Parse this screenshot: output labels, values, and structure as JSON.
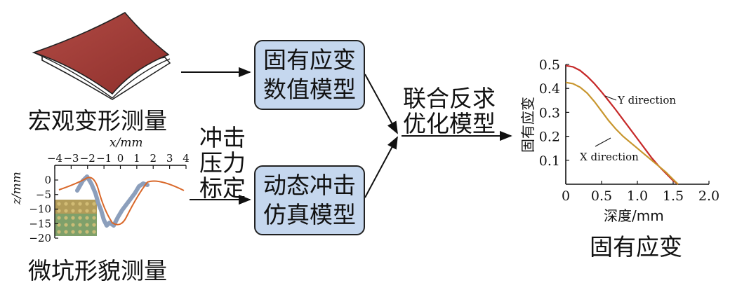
{
  "macro": {
    "caption": "宏观变形测量"
  },
  "micro": {
    "caption": "微坑形貌测量",
    "x_axis_label": "x/mm",
    "y_axis_label": "z/mm",
    "x_ticks": [
      "−4",
      "−3",
      "−2",
      "−1",
      "0",
      "1",
      "2",
      "3",
      "4"
    ],
    "y_ticks": [
      "0",
      "−5",
      "−10",
      "−15",
      "−20"
    ]
  },
  "calibration": {
    "line1": "冲击",
    "line2": "压力",
    "line3": "标定"
  },
  "box_inherent": {
    "line1": "固有应变",
    "line2": "数值模型"
  },
  "box_dynamic": {
    "line1": "动态冲击",
    "line2": "仿真模型"
  },
  "inverse": {
    "line1": "联合反求",
    "line2": "优化模型"
  },
  "result": {
    "caption": "固有应变"
  },
  "colors": {
    "box_fill": "#c5d7ee",
    "surface_red": "#a8403b",
    "y_direction": "#c62828",
    "x_direction": "#c8962e",
    "profile_fit": "#d9682a",
    "profile_measured": "#8c9fbc"
  },
  "chart_data": {
    "type": "line",
    "xlabel": "深度/mm",
    "ylabel": "固有应变",
    "xlim": [
      0,
      2.0
    ],
    "ylim": [
      0,
      0.5
    ],
    "x_ticks": [
      "0",
      "0.5",
      "1.0",
      "1.5",
      "2.0"
    ],
    "y_ticks": [
      "0.1",
      "0.2",
      "0.3",
      "0.4",
      "0.5"
    ],
    "series": [
      {
        "name": "Y direction",
        "x": [
          0,
          0.1,
          0.2,
          0.3,
          0.4,
          0.5,
          0.6,
          0.7,
          0.8,
          0.9,
          1.0,
          1.1,
          1.2,
          1.3,
          1.4,
          1.5,
          1.57
        ],
        "y": [
          0.495,
          0.49,
          0.475,
          0.45,
          0.42,
          0.385,
          0.348,
          0.31,
          0.27,
          0.23,
          0.19,
          0.15,
          0.11,
          0.075,
          0.045,
          0.015,
          0
        ]
      },
      {
        "name": "X direction",
        "x": [
          0,
          0.1,
          0.2,
          0.3,
          0.4,
          0.5,
          0.6,
          0.7,
          0.8,
          0.9,
          1.0,
          1.1,
          1.2,
          1.3,
          1.4,
          1.5,
          1.57
        ],
        "y": [
          0.425,
          0.42,
          0.405,
          0.38,
          0.345,
          0.305,
          0.265,
          0.23,
          0.2,
          0.175,
          0.15,
          0.125,
          0.1,
          0.075,
          0.05,
          0.02,
          0
        ]
      }
    ]
  }
}
